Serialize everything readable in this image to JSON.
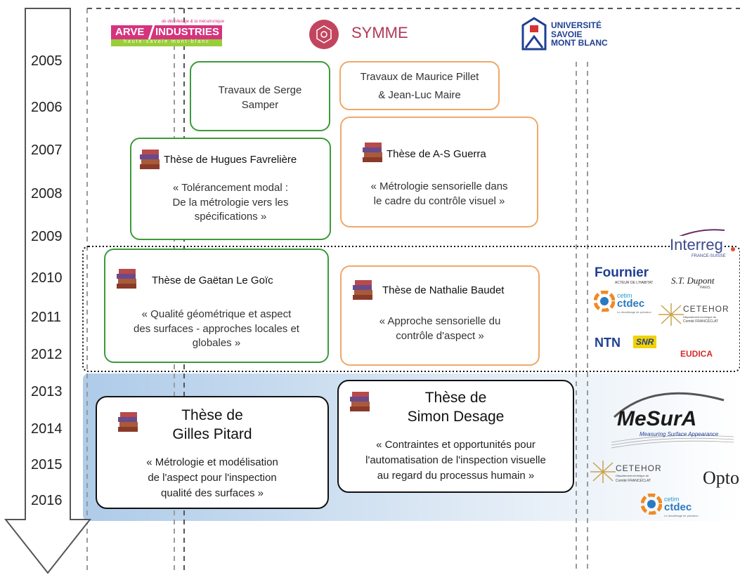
{
  "timeline": {
    "years": [
      "2005",
      "2006",
      "2007",
      "2008",
      "2009",
      "2010",
      "2011",
      "2012",
      "2013",
      "2014",
      "2015",
      "2016"
    ]
  },
  "logos": {
    "arve": {
      "main": "ARVE",
      "main2": "INDUSTRIES",
      "small": "de décolletage & la mécatronique",
      "sub": "haute-savoie mont-blanc"
    },
    "symme": "SYMME",
    "usmb": [
      "UNIVERSITÉ",
      "SAVOIE",
      "MONT BLANC"
    ],
    "interreg": {
      "main": "Interreg",
      "sub": "FRANCE-SUISSE"
    },
    "fournier": {
      "main": "Fournier",
      "sub": "ACTEUR DE L'HABITAT"
    },
    "dupont": {
      "main": "S.T. Dupont",
      "sub": "PARIS"
    },
    "cetim": {
      "small": "cetim",
      "main": "ctdec",
      "sub": "Le décolletage de précision"
    },
    "cetehor": {
      "main": "CETEHOR",
      "sub1": "Département technique du",
      "sub2": "Comité FRANCÉCLAT"
    },
    "ntn": "NTN",
    "snr": "SNR",
    "eudica": "EUDICA",
    "mesura": {
      "main": "MeSurA",
      "sub": "Measuring Surface Appearance"
    },
    "opto": "Opto"
  },
  "boxes": {
    "samper": {
      "line1": "Travaux de Serge",
      "line2": "Samper"
    },
    "pillet": {
      "line1": "Travaux de Maurice Pillet",
      "line2": "& Jean-Luc Maire"
    },
    "favreliere": {
      "title": "Thèse de Hugues Favrelière",
      "line1": "« Tolérancement modal :",
      "line2": "De la métrologie vers les",
      "line3": "spécifications »"
    },
    "guerra": {
      "title": "Thèse de A-S Guerra",
      "line1": "« Métrologie sensorielle dans",
      "line2": "le cadre du contrôle visuel »"
    },
    "legoic": {
      "title": "Thèse de Gaëtan  Le Goïc",
      "line1": "« Qualité géométrique et  aspect",
      "line2": "des surfaces - approches locales et",
      "line3": "globales »"
    },
    "baudet": {
      "title": "Thèse de Nathalie Baudet",
      "line1": "« Approche sensorielle du",
      "line2": "contrôle d'aspect »"
    },
    "pitard": {
      "title1": "Thèse de",
      "title2": "Gilles Pitard",
      "line1": "« Métrologie et modélisation",
      "line2": "de l'aspect pour l'inspection",
      "line3": "qualité des surfaces »"
    },
    "desage": {
      "title1": "Thèse de",
      "title2": "Simon Desage",
      "line1": "« Contraintes et opportunités pour",
      "line2": "l'automatisation de l'inspection visuelle",
      "line3": "au regard du processus humain »"
    }
  },
  "colors": {
    "green": "#3d9a3a",
    "orange": "#f0a868",
    "highlight": "#c9dcf0",
    "arve_pink": "#d6337f",
    "symme": "#b03a5b",
    "usmb": "#1f3f93"
  }
}
